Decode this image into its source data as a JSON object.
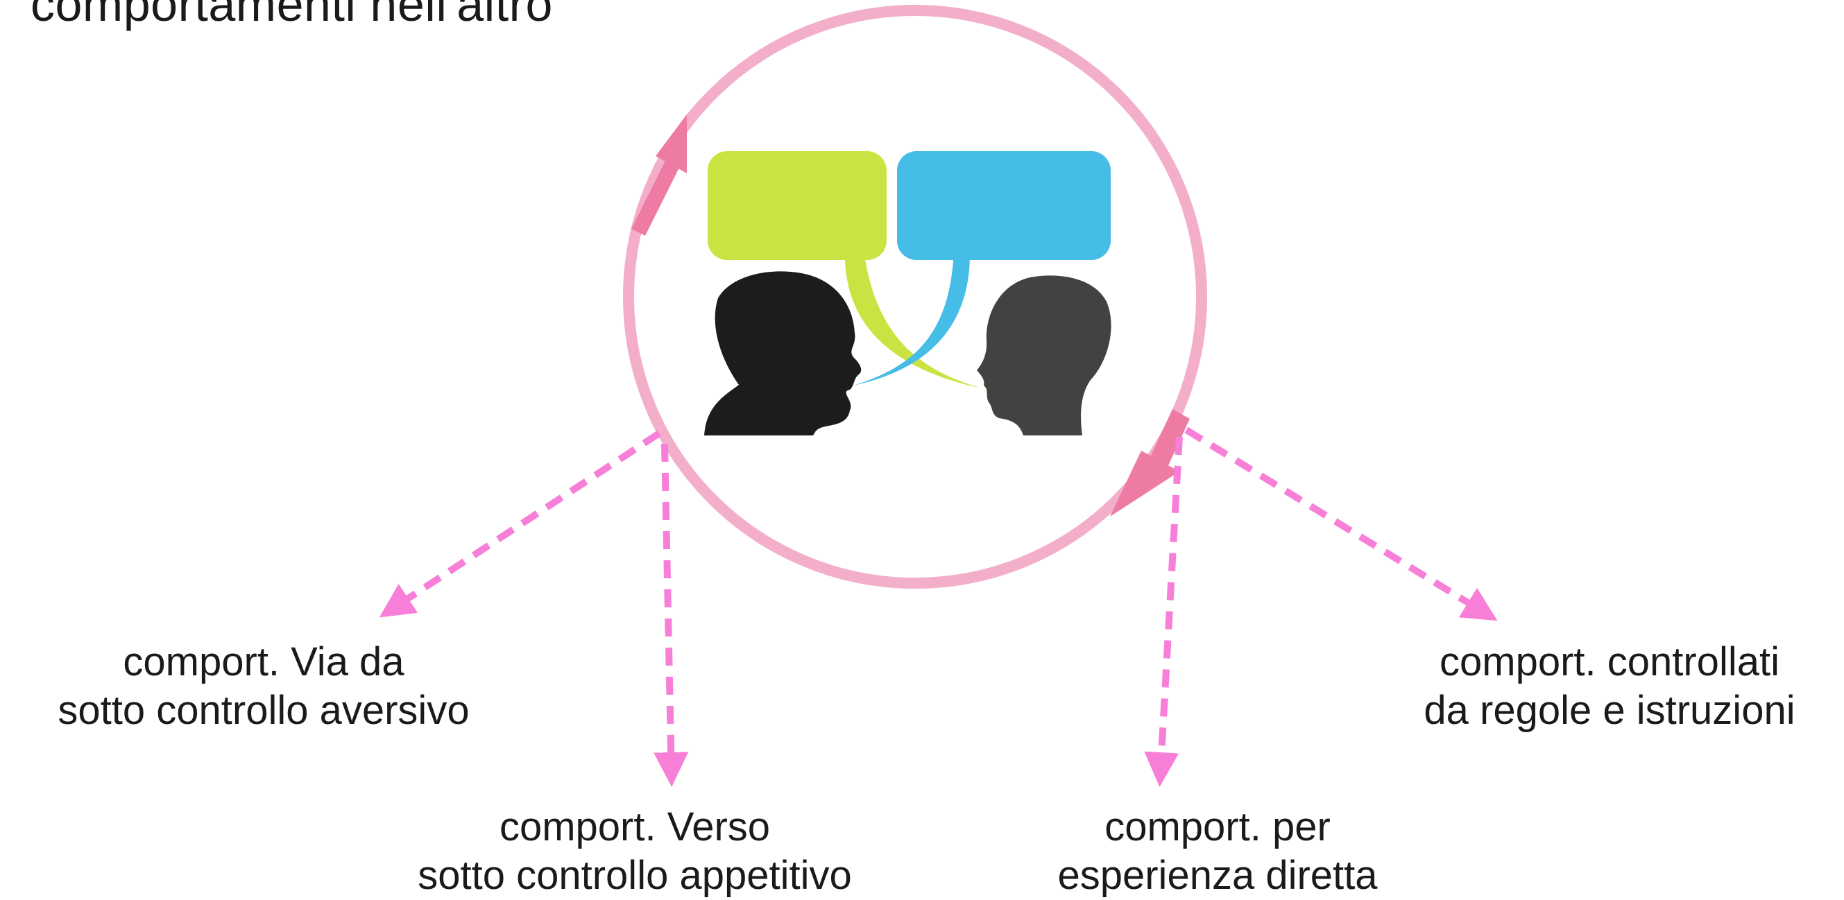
{
  "title": "comportamenti nell'altro",
  "labels": {
    "aversive": [
      "comport. Via da",
      "sotto controllo aversivo"
    ],
    "appetitive": [
      "comport. Verso",
      "sotto controllo appetitivo"
    ],
    "direct": [
      "comport. per",
      "esperienza diretta"
    ],
    "rules": [
      "comport. controllati",
      "da regole e istruzioni"
    ]
  },
  "colors": {
    "circle": "#f3afc9",
    "cycle_arrow": "#ee7ba4",
    "dashed_arrow": "#f77fd8",
    "bubble_left": "#cbe342",
    "bubble_right": "#45bde6",
    "head_left": "#1c1c1c",
    "head_right": "#444141",
    "text": "#1a1a1a"
  },
  "icons": {
    "center": "two-people-talking-icon"
  }
}
